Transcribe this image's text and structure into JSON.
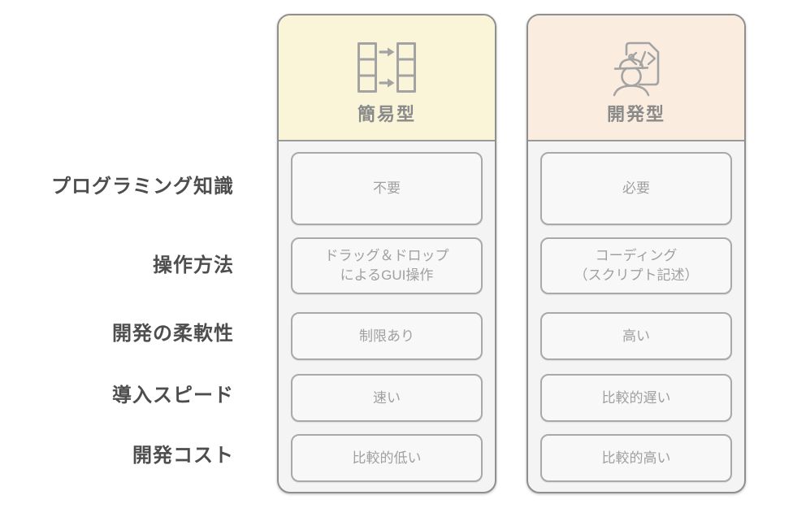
{
  "diagram": {
    "type": "comparison-table",
    "row_labels": [
      "プログラミング知識",
      "操作方法",
      "開発の柔軟性",
      "導入スピード",
      "開発コスト"
    ],
    "columns": [
      {
        "title": "簡易型",
        "icon": "drag-drop-table-icon",
        "header_bg": "#FAF5D9",
        "cells": [
          "不要",
          "ドラッグ＆ドロップ\nによるGUI操作",
          "制限あり",
          "速い",
          "比較的低い"
        ]
      },
      {
        "title": "開発型",
        "icon": "engineer-code-document-icon",
        "header_bg": "#FAEDE0",
        "cells": [
          "必要",
          "コーディング\n（スクリプト記述）",
          "高い",
          "比較的遅い",
          "比較的高い"
        ]
      }
    ],
    "colors": {
      "simple_header_bg": "#FAF5D9",
      "dev_header_bg": "#FAEDE0",
      "panel_bg": "#F4F4F4",
      "cell_bg": "#F8F8F8",
      "panel_border": "#8F8F8F",
      "cell_border": "#A9A9A9",
      "cell_text": "#A0A0A0",
      "title_text": "#8A8A8A",
      "label_text": "#4D4D4D",
      "icon_stroke": "#A3A3A3",
      "page_bg": "#FFFFFF"
    }
  }
}
